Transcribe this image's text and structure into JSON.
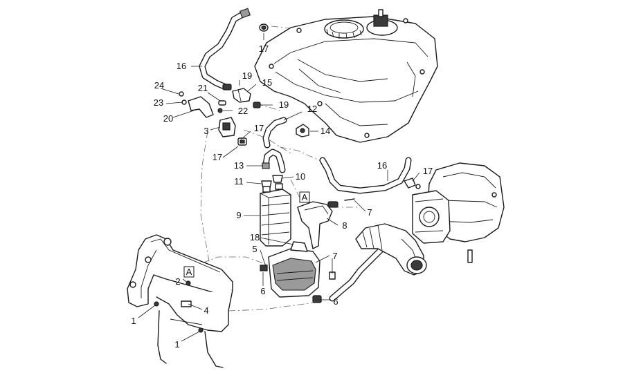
{
  "callouts": [
    {
      "id": "c17a",
      "text": "17"
    },
    {
      "id": "c16a",
      "text": "16"
    },
    {
      "id": "c19a",
      "text": "19"
    },
    {
      "id": "c15",
      "text": "15"
    },
    {
      "id": "c24",
      "text": "24"
    },
    {
      "id": "c21",
      "text": "21"
    },
    {
      "id": "c23",
      "text": "23"
    },
    {
      "id": "c22",
      "text": "22"
    },
    {
      "id": "c19b",
      "text": "19"
    },
    {
      "id": "c20",
      "text": "20"
    },
    {
      "id": "c12",
      "text": "12"
    },
    {
      "id": "c3",
      "text": "3"
    },
    {
      "id": "c17b",
      "text": "17"
    },
    {
      "id": "c14",
      "text": "14"
    },
    {
      "id": "c17c",
      "text": "17"
    },
    {
      "id": "c13",
      "text": "13"
    },
    {
      "id": "c16b",
      "text": "16"
    },
    {
      "id": "c17d",
      "text": "17"
    },
    {
      "id": "c11",
      "text": "11"
    },
    {
      "id": "c10",
      "text": "10"
    },
    {
      "id": "c7a",
      "text": "7"
    },
    {
      "id": "c9",
      "text": "9"
    },
    {
      "id": "c8",
      "text": "8"
    },
    {
      "id": "c18",
      "text": "18"
    },
    {
      "id": "c5",
      "text": "5"
    },
    {
      "id": "c7b",
      "text": "7"
    },
    {
      "id": "c2",
      "text": "2"
    },
    {
      "id": "c6a",
      "text": "6"
    },
    {
      "id": "c6b",
      "text": "6"
    },
    {
      "id": "c4",
      "text": "4"
    },
    {
      "id": "c1a",
      "text": "1"
    },
    {
      "id": "c1b",
      "text": "1"
    }
  ],
  "reference_marks": [
    {
      "id": "refA1",
      "text": "A"
    },
    {
      "id": "refA2",
      "text": "A"
    }
  ]
}
